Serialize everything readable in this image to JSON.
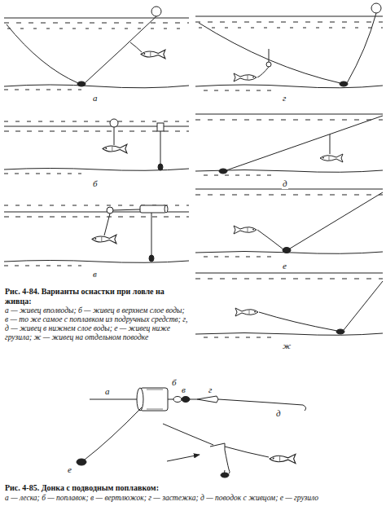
{
  "diagram": {
    "labels": [
      "а",
      "б",
      "в",
      "г",
      "д",
      "е",
      "ж",
      "Рис. 4-84. Варианты оснастки при ловле на живца:",
      "а — живец вполводы; б — живец в верхнем слое воды; в — то же самое с поплавком из подручных средств; г, д — живец в нижнем слое воды; е — живец ниже грузила; ж — живец на отдельном поводке",
      "а",
      "б",
      "в",
      "г",
      "д",
      "е",
      "Рис. 4-85. Донка с подводным поплавком:",
      "а — леска; б — поплавок; в — вертлюжок; г — застежка; д — поводок с живцом; е — грузило"
    ]
  }
}
